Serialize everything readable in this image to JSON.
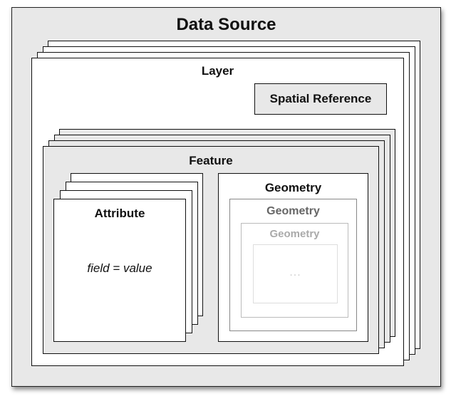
{
  "diagram": {
    "data_source": {
      "title": "Data Source"
    },
    "layer": {
      "title": "Layer",
      "spatial_reference": "Spatial Reference"
    },
    "feature": {
      "title": "Feature"
    },
    "attribute": {
      "title": "Attribute",
      "text": "field = value"
    },
    "geometry": {
      "title": "Geometry",
      "nested_1": "Geometry",
      "nested_2": "Geometry",
      "more": "..."
    }
  }
}
